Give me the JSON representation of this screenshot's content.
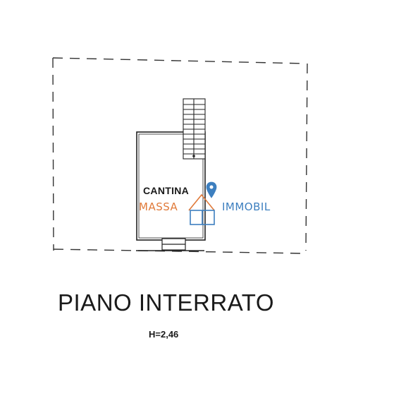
{
  "plan": {
    "room_label": "CANTINA",
    "floor_title": "PIANO INTERRATO",
    "floor_height": "H=2,46"
  },
  "watermark": {
    "left_text": "MASSA",
    "right_text": "IMMOBIL",
    "left_color": "#e07a3a",
    "right_color": "#3d7fbf",
    "icon": "house-pin-logo-icon"
  }
}
